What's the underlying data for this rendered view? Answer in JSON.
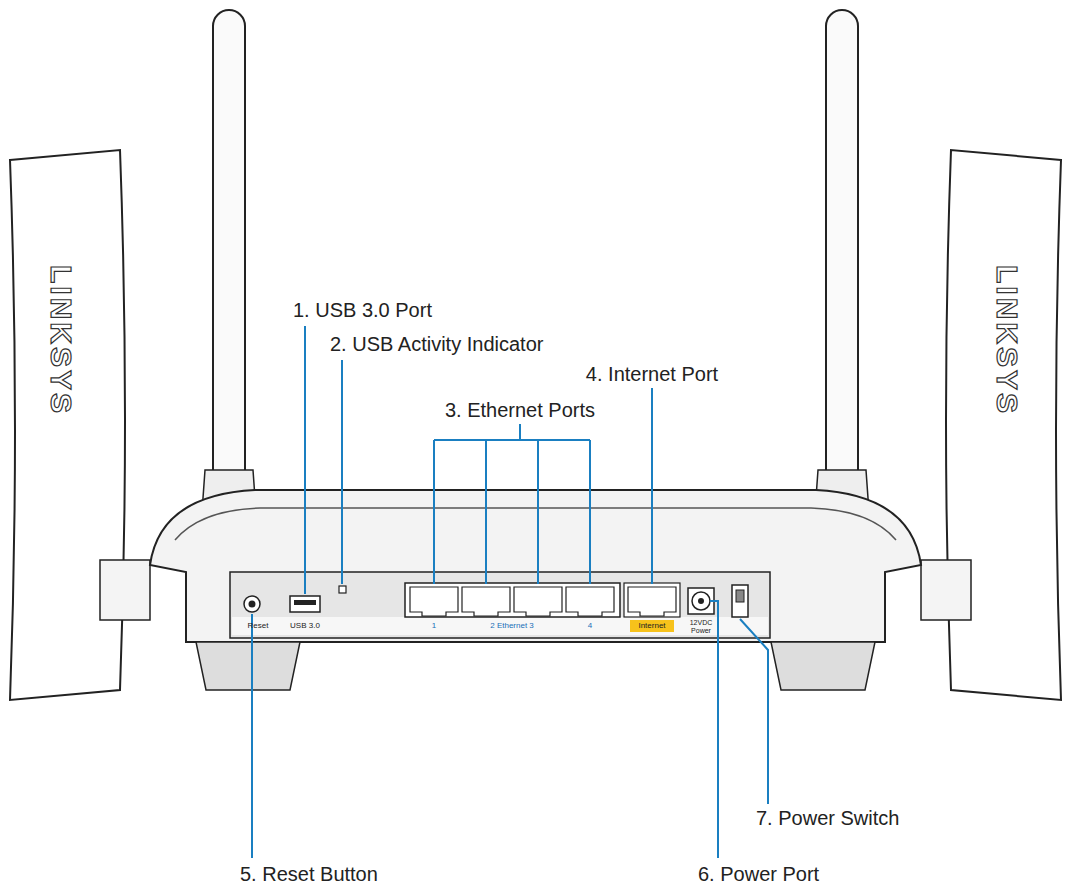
{
  "diagram": {
    "labels": [
      "LINKSYS",
      "LINKSYS",
      "1. USB 3.0 Port",
      "2. USB Activity Indicator",
      "3. Ethernet Ports",
      "4. Internet Port",
      "5. Reset Button",
      "6. Power Port",
      "7. Power Switch",
      "Reset",
      "USB 3.0",
      "1",
      "2 Ethernet 3",
      "4",
      "Internet",
      "12VDC",
      "Power"
    ]
  }
}
